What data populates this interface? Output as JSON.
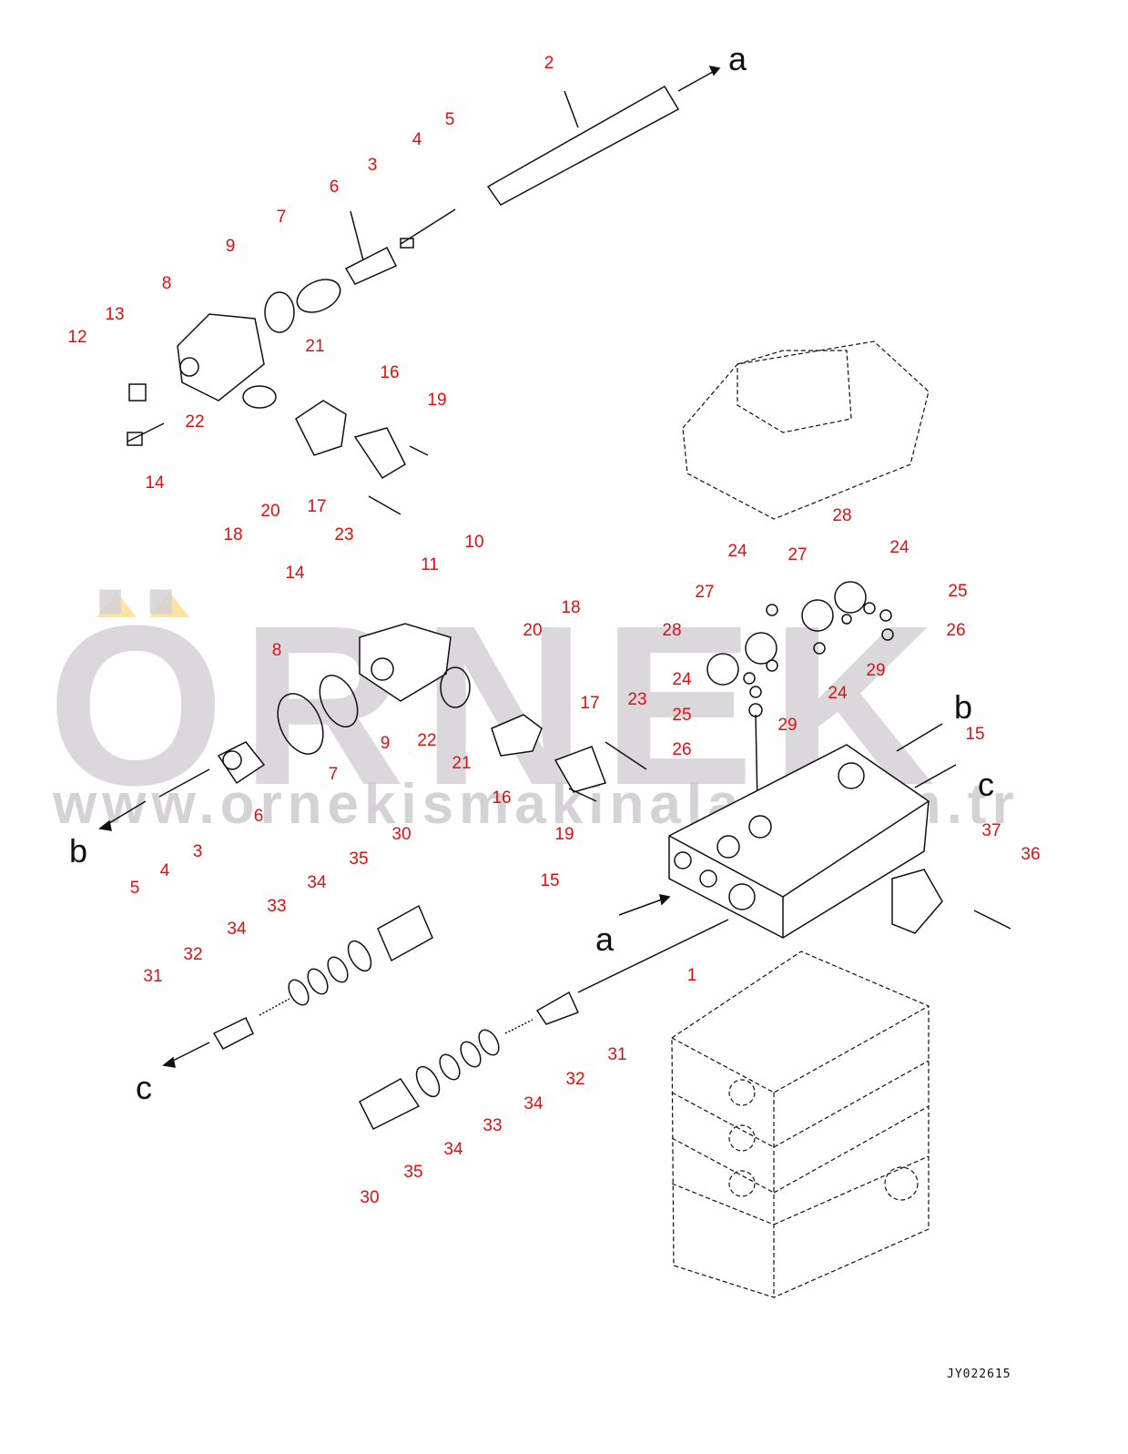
{
  "watermark": {
    "brand": "ÖRNEK",
    "url": "www.ornekismakinalari.com.tr"
  },
  "drawing_code": "JY022615",
  "part_labels": [
    "2",
    "5",
    "4",
    "3",
    "6",
    "7",
    "9",
    "8",
    "13",
    "12",
    "21",
    "16",
    "19",
    "22",
    "14",
    "20",
    "17",
    "18",
    "23",
    "28",
    "24",
    "27",
    "24",
    "27",
    "25",
    "28",
    "26",
    "24",
    "29",
    "24",
    "25",
    "29",
    "26",
    "15",
    "14",
    "11",
    "10",
    "18",
    "20",
    "8",
    "17",
    "23",
    "9",
    "22",
    "21",
    "7",
    "16",
    "6",
    "19",
    "3",
    "4",
    "5",
    "30",
    "35",
    "34",
    "33",
    "34",
    "32",
    "31",
    "15",
    "37",
    "36",
    "1",
    "31",
    "32",
    "34",
    "33",
    "34",
    "35",
    "30"
  ],
  "reference_letters": [
    "a",
    "b",
    "c",
    "b",
    "a",
    "c"
  ],
  "colors": {
    "label": "#e01010",
    "line": "#111111",
    "watermark": "#d4d2d6",
    "accent": "#fbe3a2"
  }
}
